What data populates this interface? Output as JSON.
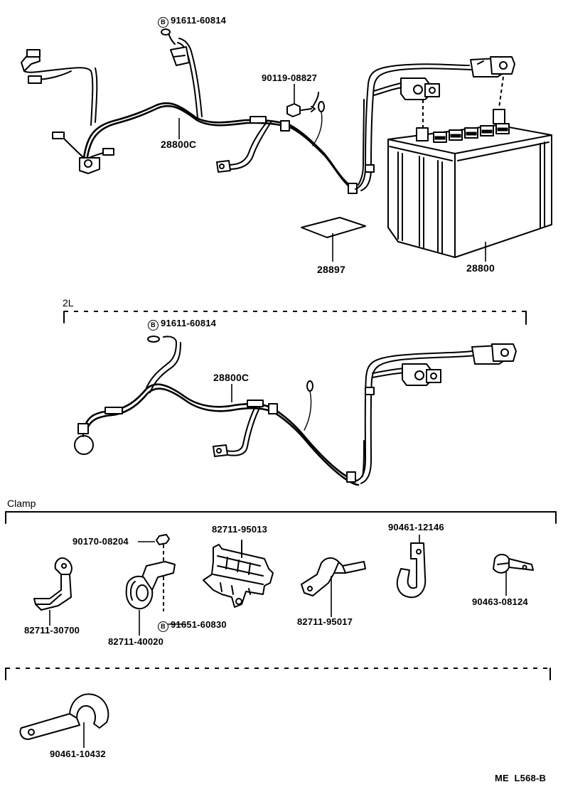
{
  "sections": {
    "main": {
      "labels": {
        "bolt_top": "91611-60814",
        "bolt_top_mark": "B",
        "harness": "28800C",
        "bolt_mid": "90119-08827",
        "plate": "28897",
        "battery": "28800"
      }
    },
    "variant_2l": {
      "title": "2L",
      "labels": {
        "bolt_top": "91611-60814",
        "bolt_top_mark": "B",
        "harness": "28800C"
      }
    },
    "clamp": {
      "title": "Clamp",
      "labels": {
        "nut": "90170-08204",
        "c1": "82711-30700",
        "c2": "82711-40020",
        "c2_bolt": "91651-60830",
        "c2_bolt_mark": "B",
        "c3": "82711-95013",
        "c4": "82711-95017",
        "c5": "90461-12146",
        "c6": "90463-08124",
        "c7": "90461-10432"
      }
    }
  },
  "footer": {
    "code": "ME  L568-B"
  }
}
